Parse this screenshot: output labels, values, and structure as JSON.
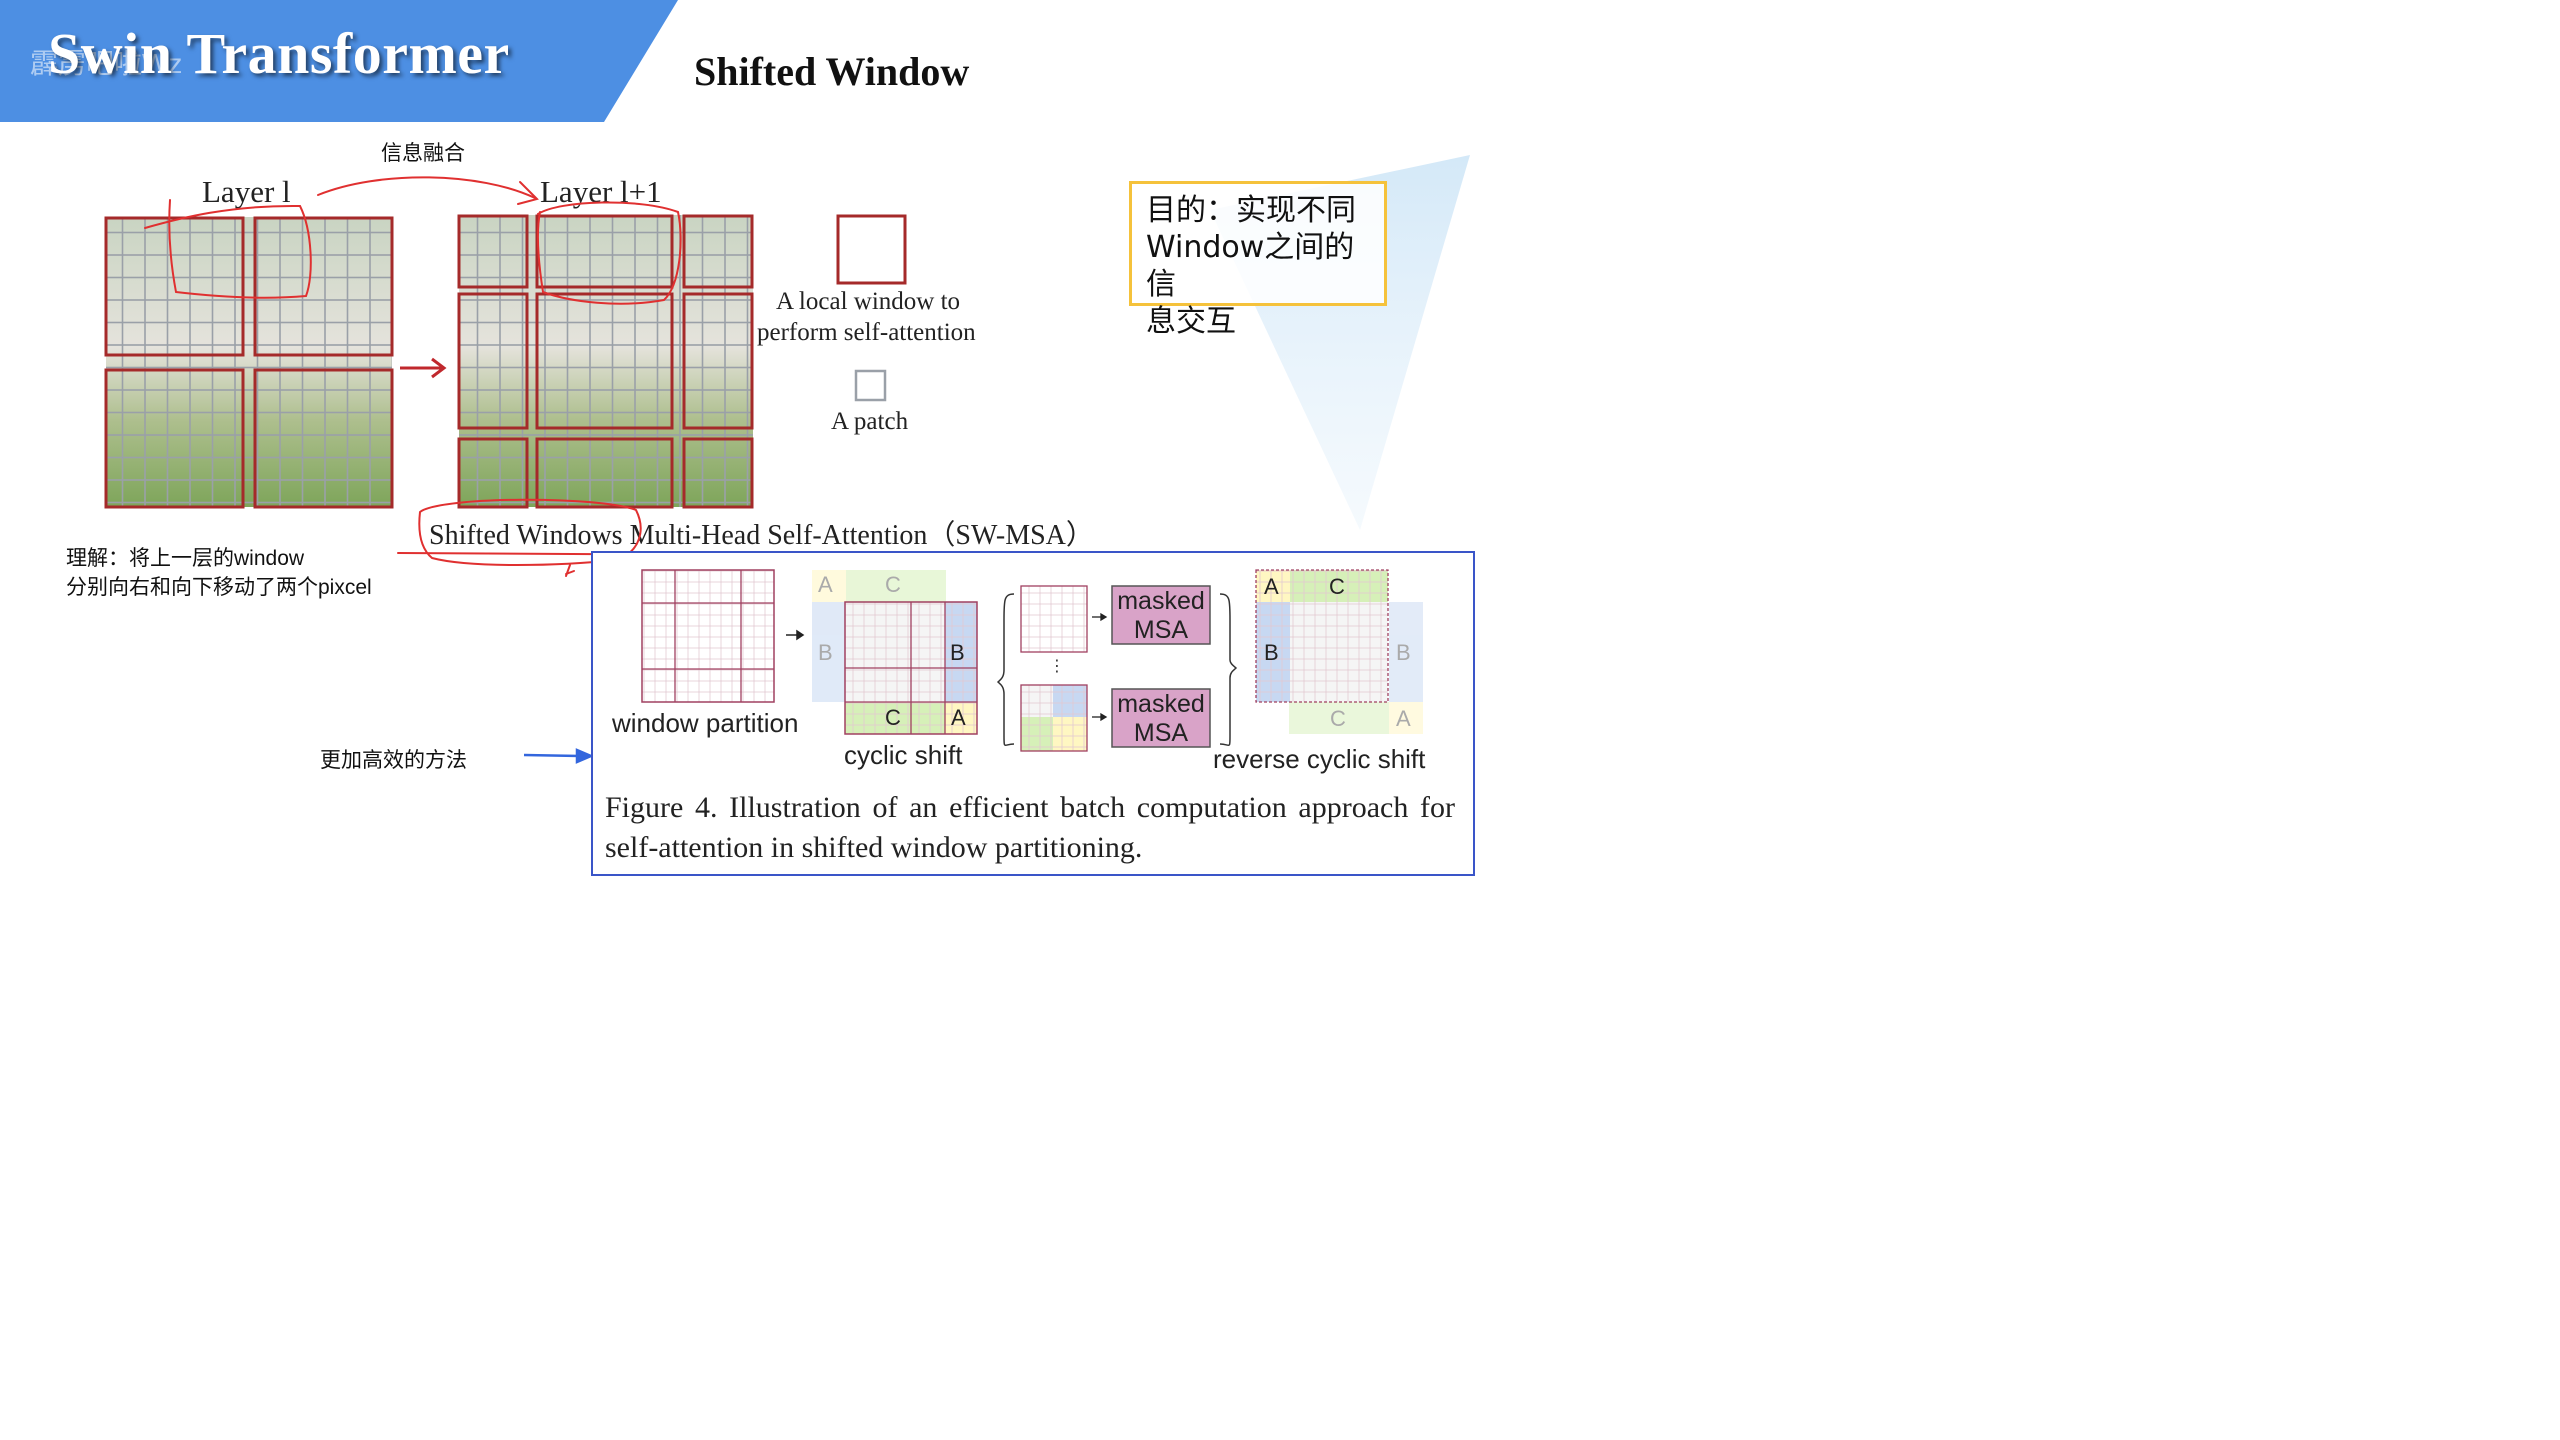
{
  "header": {
    "title": "Swin Transformer",
    "watermark": "霹雳吧啦Wz",
    "banner_color": "#4d8fe3",
    "section_title": "Shifted Window"
  },
  "annotations": {
    "info_fusion": "信息融合",
    "purpose_line1": "目的：实现不同",
    "purpose_line2": "Window之间的信",
    "purpose_line3": "息交互",
    "understanding_line1": "理解：将上一层的window",
    "understanding_line2": "分别向右和向下移动了两个pixcel",
    "efficient_method": "更加高效的方法",
    "ink_color": "#e03030",
    "arrow_color": "#3366dd"
  },
  "figure_top": {
    "layer_l": "Layer l",
    "layer_l1": "Layer l+1",
    "legend_window_line1": "A local window to",
    "legend_window_line2": "perform self-attention",
    "legend_patch": "A patch",
    "caption": "Shifted Windows Multi-Head Self-Attention（SW-MSA）",
    "window_color": "#a52a2a"
  },
  "figure4": {
    "window_partition": "window partition",
    "cyclic_shift": "cyclic shift",
    "reverse_cyclic_shift": "reverse cyclic shift",
    "masked_msa_line1": "masked",
    "masked_msa_line2": "MSA",
    "region_a": "A",
    "region_b": "B",
    "region_c": "C",
    "ellipsis": "⋮",
    "caption": "Figure 4. Illustration of an efficient batch computation approach for self-attention in shifted window partitioning.",
    "colors": {
      "a": "#fff7c2",
      "b": "#c7d8f2",
      "c": "#d6f0b8",
      "msa": "#d9a3c8",
      "border": "#3a55c8"
    }
  }
}
